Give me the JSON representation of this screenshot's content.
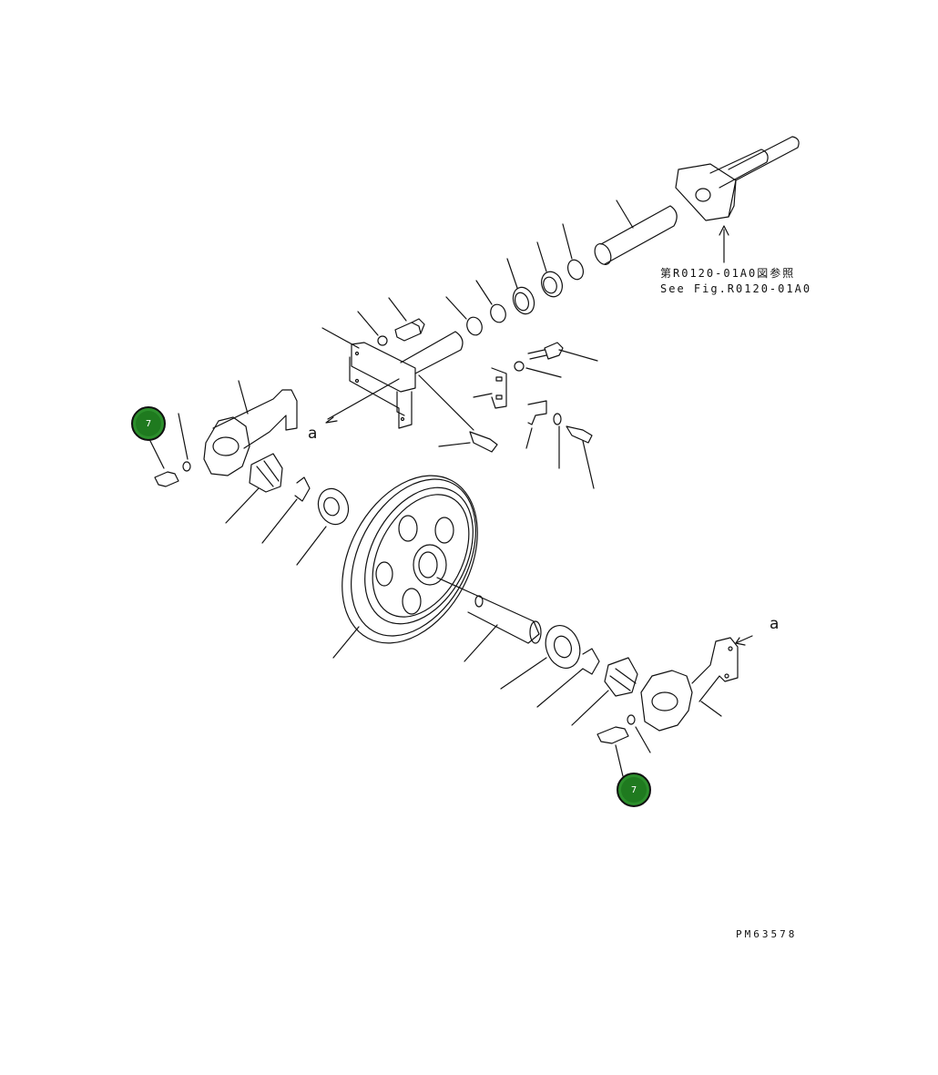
{
  "reference_note": {
    "japanese": "第R0120-01A0図参照",
    "english": "See Fig.R0120-01A0"
  },
  "view_marker": "a",
  "drawing_number": "PM63578",
  "callouts": [
    {
      "id": "callout-left",
      "label": "7",
      "color": "#1f7a1f"
    },
    {
      "id": "callout-right",
      "label": "7",
      "color": "#1f7a1f"
    }
  ]
}
